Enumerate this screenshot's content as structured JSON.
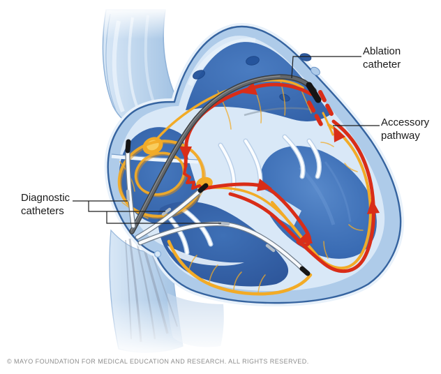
{
  "figure": {
    "labels": {
      "ablation_catheter": "Ablation\ncatheter",
      "accessory_pathway": "Accessory\npathway",
      "diagnostic_catheters": "Diagnostic\ncatheters"
    },
    "footer": {
      "copyright": "© MAYO FOUNDATION FOR MEDICAL EDUCATION AND RESEARCH. ALL RIGHTS RESERVED."
    },
    "colors": {
      "circuit_red": "#d92d18",
      "conduction_yellow": "#f2ab27",
      "chamber_blue": "#3a6cb4",
      "wall_light_blue": "#aecbe9",
      "lining_pale": "#d9e8f7",
      "outline_blue": "#35639f",
      "ablation_catheter_gray": "#55595e",
      "diagnostic_catheter_white": "#f7f9fb",
      "label_text": "#1a1a1a",
      "copyright_gray": "#8c8c8c"
    }
  }
}
